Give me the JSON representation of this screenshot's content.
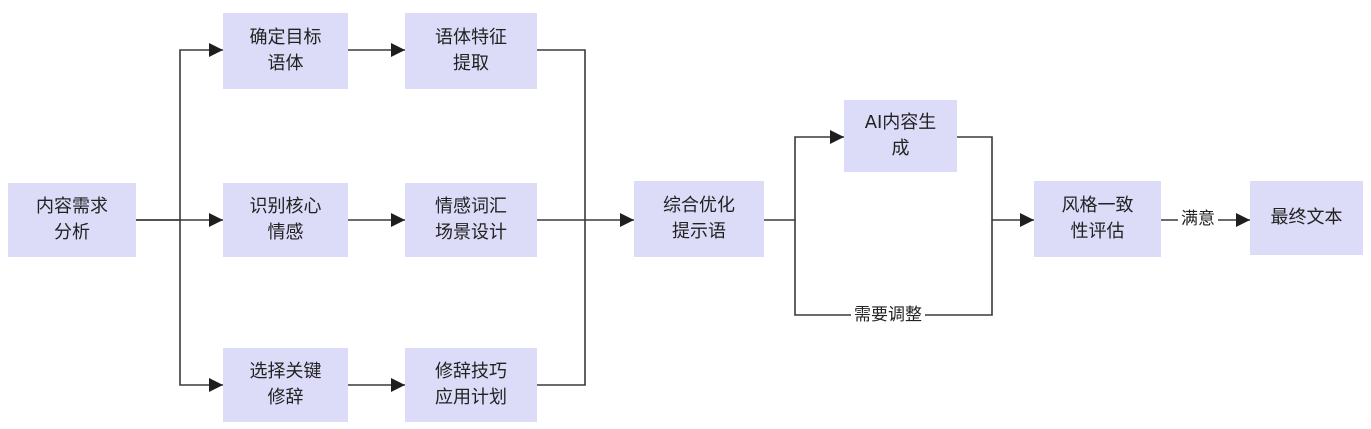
{
  "diagram": {
    "nodes": {
      "analysis": "内容需求\n分析",
      "target_style": "确定目标\n语体",
      "core_emotion": "识别核心\n情感",
      "rhetoric": "选择关键\n修辞",
      "style_features": "语体特征\n提取",
      "emotion_scene": "情感词汇\n场景设计",
      "rhetoric_plan": "修辞技巧\n应用计划",
      "prompt": "综合优化\n提示语",
      "ai_generate": "AI内容生\n成",
      "evaluate": "风格一致\n性评估",
      "final_text": "最终文本"
    },
    "edge_labels": {
      "satisfied": "满意",
      "needs_adjustment": "需要调整"
    },
    "colors": {
      "node_fill": "#dcdcf9",
      "line": "#3a3a3a",
      "arrow": "#1e1e1e"
    }
  }
}
